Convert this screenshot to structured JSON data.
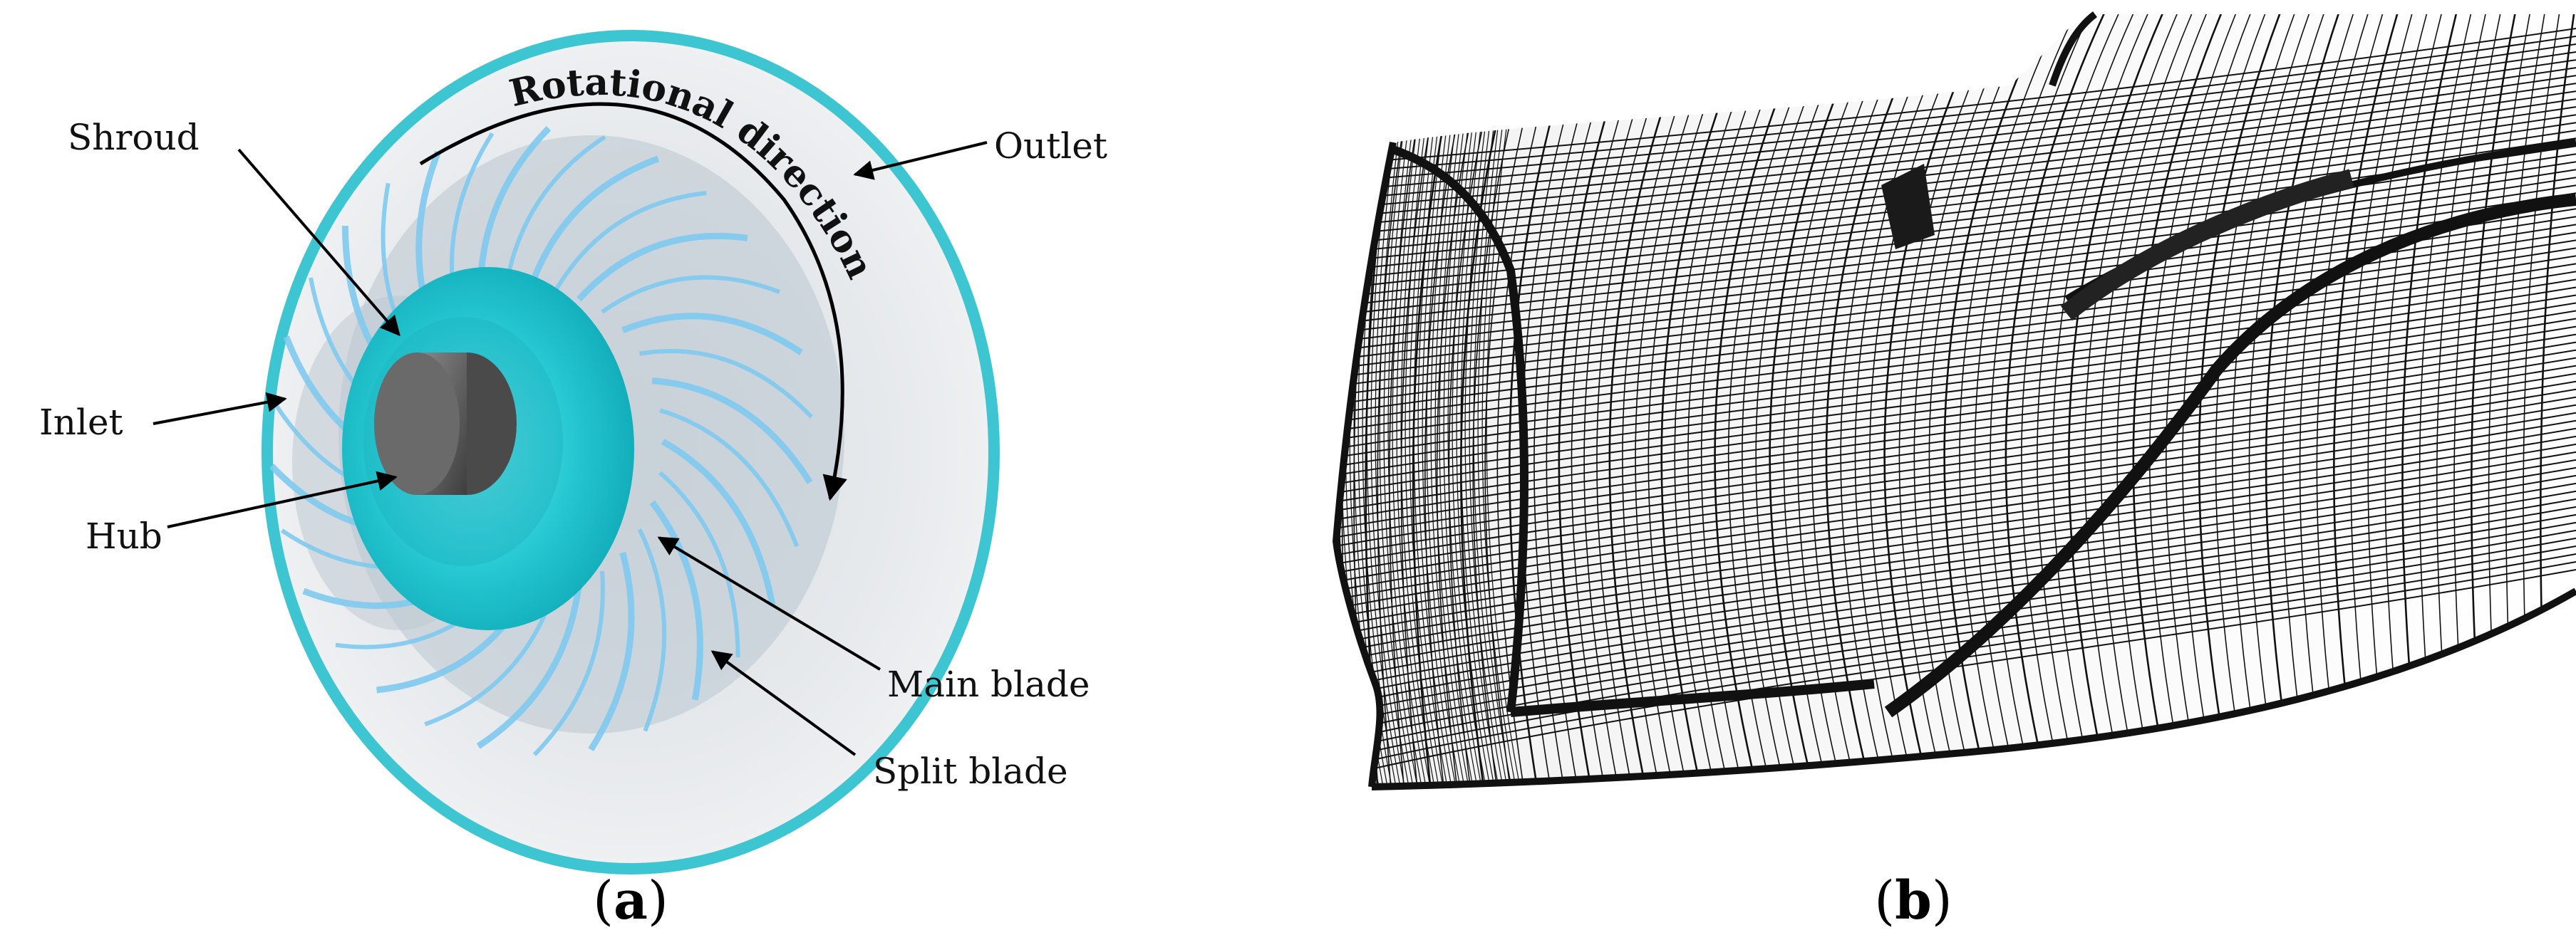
{
  "panel_a": {
    "labels": {
      "shroud": "Shroud",
      "inlet": "Inlet",
      "hub": "Hub",
      "outlet": "Outlet",
      "main_blade": "Main blade",
      "split_blade": "Split blade",
      "rotational_direction": "Rotational direction"
    },
    "caption_open": "(",
    "caption_letter": "a",
    "caption_close": ")"
  },
  "panel_b": {
    "caption_open": "(",
    "caption_letter": "b",
    "caption_close": ")"
  },
  "colors": {
    "rim": "#3ec5d2",
    "impeller": "#23c9d4",
    "hub": "#5e5e5e",
    "blade": "#7ec9ee",
    "disc": "#e9ecef",
    "mesh": "#111111"
  }
}
